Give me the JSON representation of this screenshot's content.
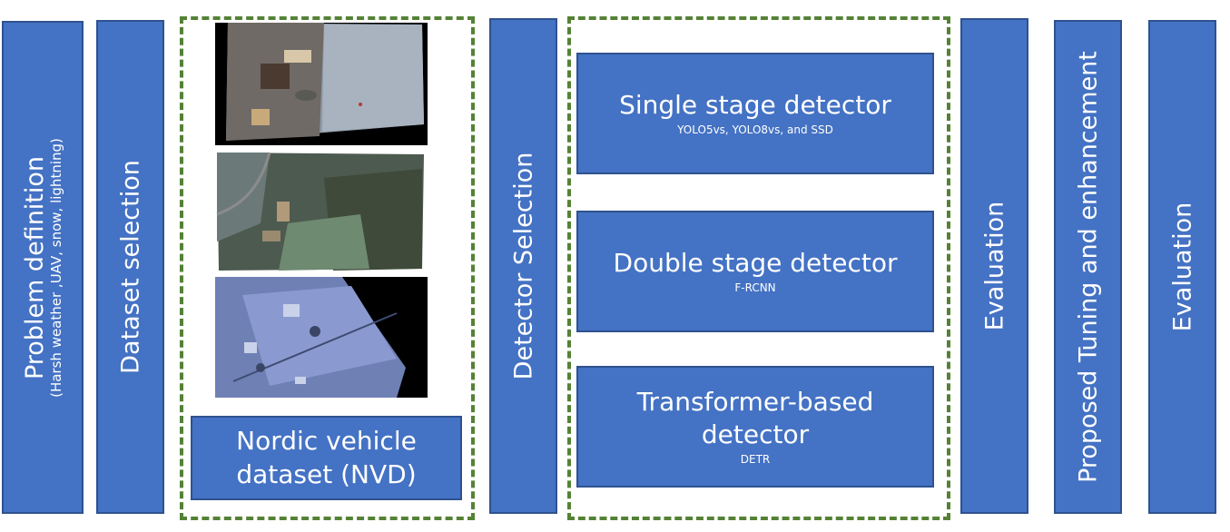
{
  "problem": {
    "title": "Problem definition",
    "subtitle": "(Harsh weather ,UAV, snow, lightning)"
  },
  "dataset_selection": {
    "label": "Dataset selection"
  },
  "dataset": {
    "label": "Nordic vehicle dataset (NVD)"
  },
  "detector_selection": {
    "label": "Detector Selection"
  },
  "detectors": [
    {
      "title": "Single stage detector",
      "sub": "YOLO5vs, YOLO8vs, and SSD"
    },
    {
      "title": "Double stage detector",
      "sub": "F-RCNN"
    },
    {
      "title": "Transformer-based detector",
      "sub": "DETR"
    }
  ],
  "evaluation_1": {
    "label": "Evaluation"
  },
  "tuning": {
    "label": "Proposed Tuning and enhancement"
  },
  "evaluation_2": {
    "label": "Evaluation"
  },
  "colors": {
    "box_fill": "#4472c4",
    "box_border": "#2f528f",
    "dashed_border": "#548235",
    "text": "#ffffff"
  }
}
